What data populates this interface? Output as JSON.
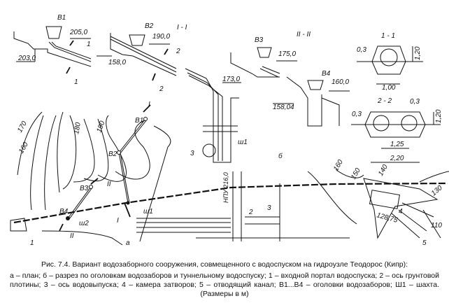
{
  "section_b": {
    "sec1_title": "I - I",
    "sec2_title": "II - II",
    "b1": "B1",
    "b2": "B2",
    "b3": "B3",
    "b4": "B4",
    "elev_205": "205,0",
    "elev_203": "203,0",
    "elev_190": "190,0",
    "elev_158": "158,0",
    "elev_175": "175,0",
    "elev_173": "173,0",
    "elev_160": "160,0",
    "elev_15804": "158,04",
    "cut1": "1",
    "cut2": "2",
    "shaft": "ш1",
    "item3": "3",
    "panel_label": "б",
    "npu": "НПУ 216,0"
  },
  "cross_sections": {
    "s11_title": "1 - 1",
    "s11_wall": "0,3",
    "s11_h": "1,20",
    "s11_w": "1,00",
    "s22_title": "2 - 2",
    "s22_wall_l": "0,3",
    "s22_wall_r": "0,3",
    "s22_h": "1,20",
    "s22_spacing": "1,25",
    "s22_w": "2,20"
  },
  "plan": {
    "c170": "170",
    "c160": "160",
    "c180": "180",
    "c190": "190",
    "b1": "B1",
    "b2": "B2",
    "b3": "B3",
    "b4": "B4",
    "sec_I": "I",
    "sec_II": "II",
    "shaft1": "ш1",
    "shaft2": "ш2",
    "item1": "1",
    "panel_label": "а",
    "item2": "2",
    "item3": "3",
    "r160": "160",
    "r150": "150",
    "r140": "140",
    "r130": "130",
    "r110": "110",
    "item4": "4",
    "elev_12875": "128,75",
    "item5": "5"
  },
  "caption": {
    "title": "Рис. 7.4. Вариант водозаборного сооружения, совмещенного с водоспуском на гидроузле Теодорос (Кипр):",
    "description": "а – план; б – разрез по оголовкам водозаборов и туннельному водоспуску; 1 – входной портал водоспуска; 2 – ось грунтовой плотины; 3 – ось водовыпуска; 4 – камера затворов; 5 – отводящий канал; В1...В4 – оголовки водозаборов; Ш1 – шахта. (Размеры в м)"
  }
}
